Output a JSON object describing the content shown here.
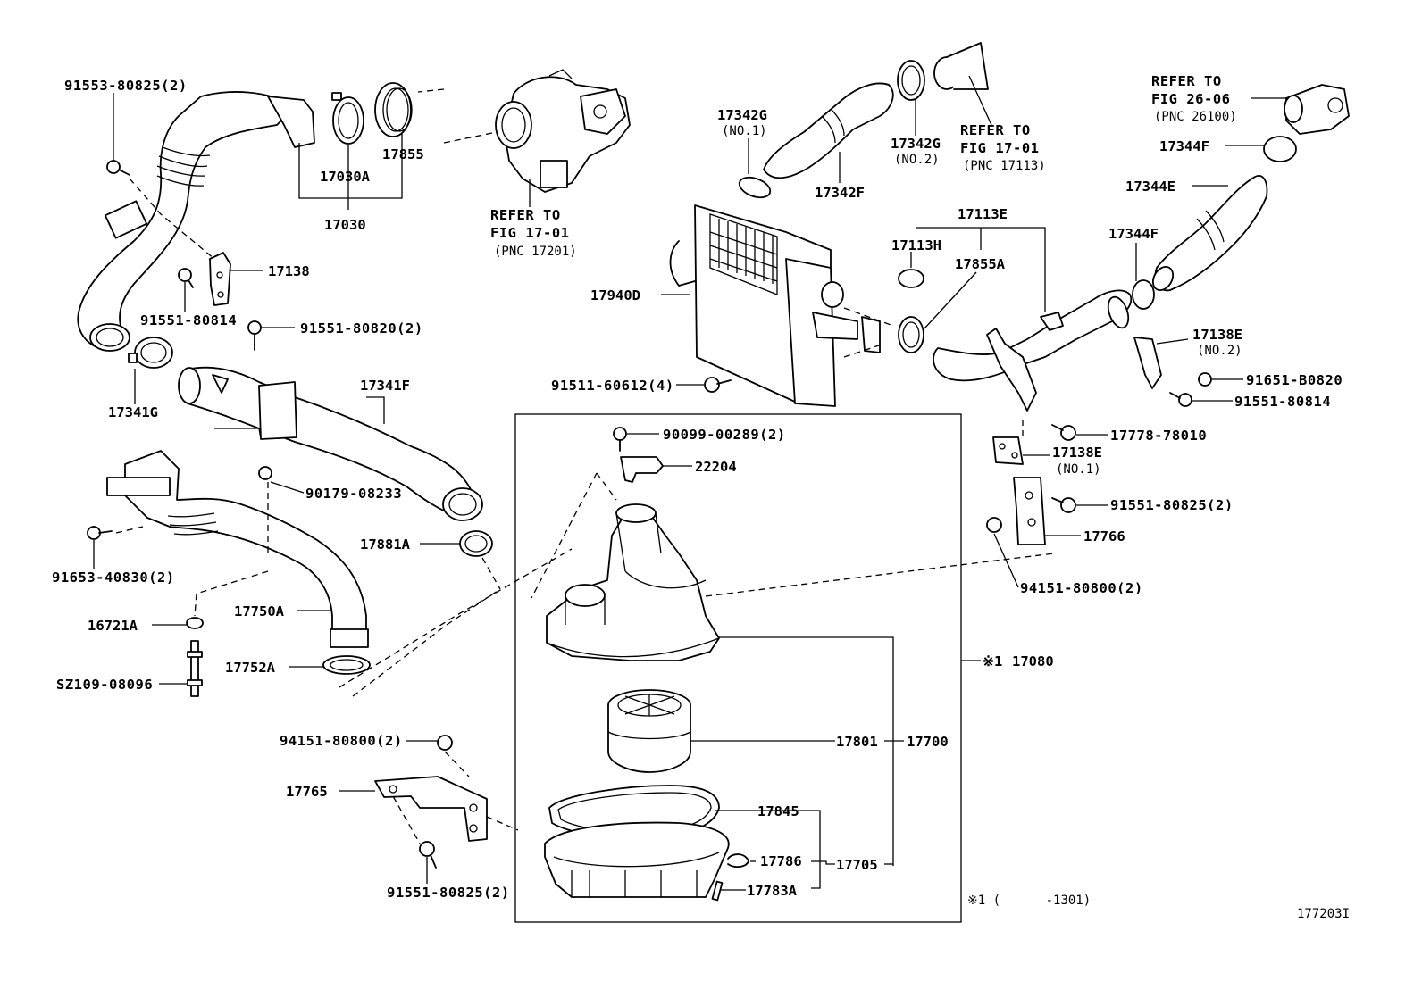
{
  "diagram_id": "177203I",
  "assembly_note_mark": "※1",
  "assembly_note_text": "※1 (      -1301)",
  "labels": {
    "p91553_80825": "91553-80825(2)",
    "p17030A": "17030A",
    "p17855": "17855",
    "p17030": "17030",
    "refer_turbo_1": "REFER TO",
    "refer_turbo_2": "FIG 17-01",
    "refer_turbo_3": "(PNC 17201)",
    "p17138": "17138",
    "p91551_80814_a": "91551-80814",
    "p91551_80820": "91551-80820(2)",
    "p17341G": "17341G",
    "p17341F": "17341F",
    "p90179_08233": "90179-08233",
    "p91653_40830": "91653-40830(2)",
    "p17881A": "17881A",
    "p16721A": "16721A",
    "p17750A": "17750A",
    "p17752A": "17752A",
    "pSZ109_08096": "SZ109-08096",
    "p94151_80800_a": "94151-80800(2)",
    "p17765": "17765",
    "p91551_80825_a": "91551-80825(2)",
    "p17342G_1": "17342G",
    "p17342G_1_sub": "(NO.1)",
    "p17342F": "17342F",
    "p17342G_2": "17342G",
    "p17342G_2_sub": "(NO.2)",
    "refer_17113_1": "REFER TO",
    "refer_17113_2": "FIG 17-01",
    "refer_17113_3": "(PNC 17113)",
    "refer_26100_1": "REFER TO",
    "refer_26100_2": "FIG 26-06",
    "refer_26100_3": "(PNC 26100)",
    "p17344F_a": "17344F",
    "p17344E": "17344E",
    "p17344F_b": "17344F",
    "p17113E": "17113E",
    "p17113H": "17113H",
    "p17855A": "17855A",
    "p17940D": "17940D",
    "p91511_60612": "91511-60612(4)",
    "p17138E_2": "17138E",
    "p17138E_2_sub": "(NO.2)",
    "p91651_B0820": "91651-B0820",
    "p91551_80814_b": "91551-80814",
    "p17778_78010": "17778-78010",
    "p17138E_1": "17138E",
    "p17138E_1_sub": "(NO.1)",
    "p91551_80825_b": "91551-80825(2)",
    "p17766": "17766",
    "p94151_80800_b": "94151-80800(2)",
    "p90099_00289": "90099-00289(2)",
    "p22204": "22204",
    "p17080": "17080",
    "p17801": "17801",
    "p17700": "17700",
    "p17845": "17845",
    "p17786": "17786",
    "p17705": "17705",
    "p17783A": "17783A"
  }
}
